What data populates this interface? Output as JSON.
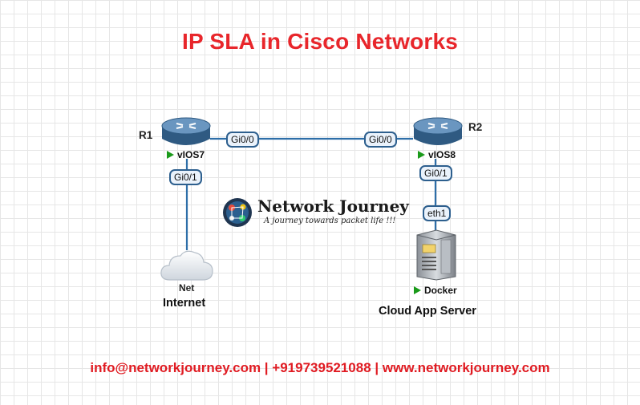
{
  "title": "IP SLA in Cisco Networks",
  "nodes": {
    "r1": {
      "name": "R1",
      "image": "vIOS7"
    },
    "r2": {
      "name": "R2",
      "image": "vIOS8"
    },
    "internet": {
      "cloud_label": "Net",
      "caption": "Internet"
    },
    "docker": {
      "image": "Docker",
      "caption": "Cloud App Server"
    }
  },
  "interfaces": {
    "r1_to_r2": "Gi0/0",
    "r2_to_r1": "Gi0/0",
    "r1_to_net": "Gi0/1",
    "r2_to_docker": "Gi0/1",
    "docker_to_r2": "eth1"
  },
  "brand": {
    "name": "Network Journey",
    "tagline": "A journey towards packet life !!!"
  },
  "footer": "info@networkjourney.com | +919739521088 | www.networkjourney.com",
  "colors": {
    "title": "#e8262b",
    "footer": "#e01b22",
    "link": "#2d6ea8",
    "status": "#1a9a1a"
  },
  "icons": [
    "router-icon",
    "cloud-icon",
    "server-icon",
    "brand-logo-icon",
    "play-icon"
  ]
}
